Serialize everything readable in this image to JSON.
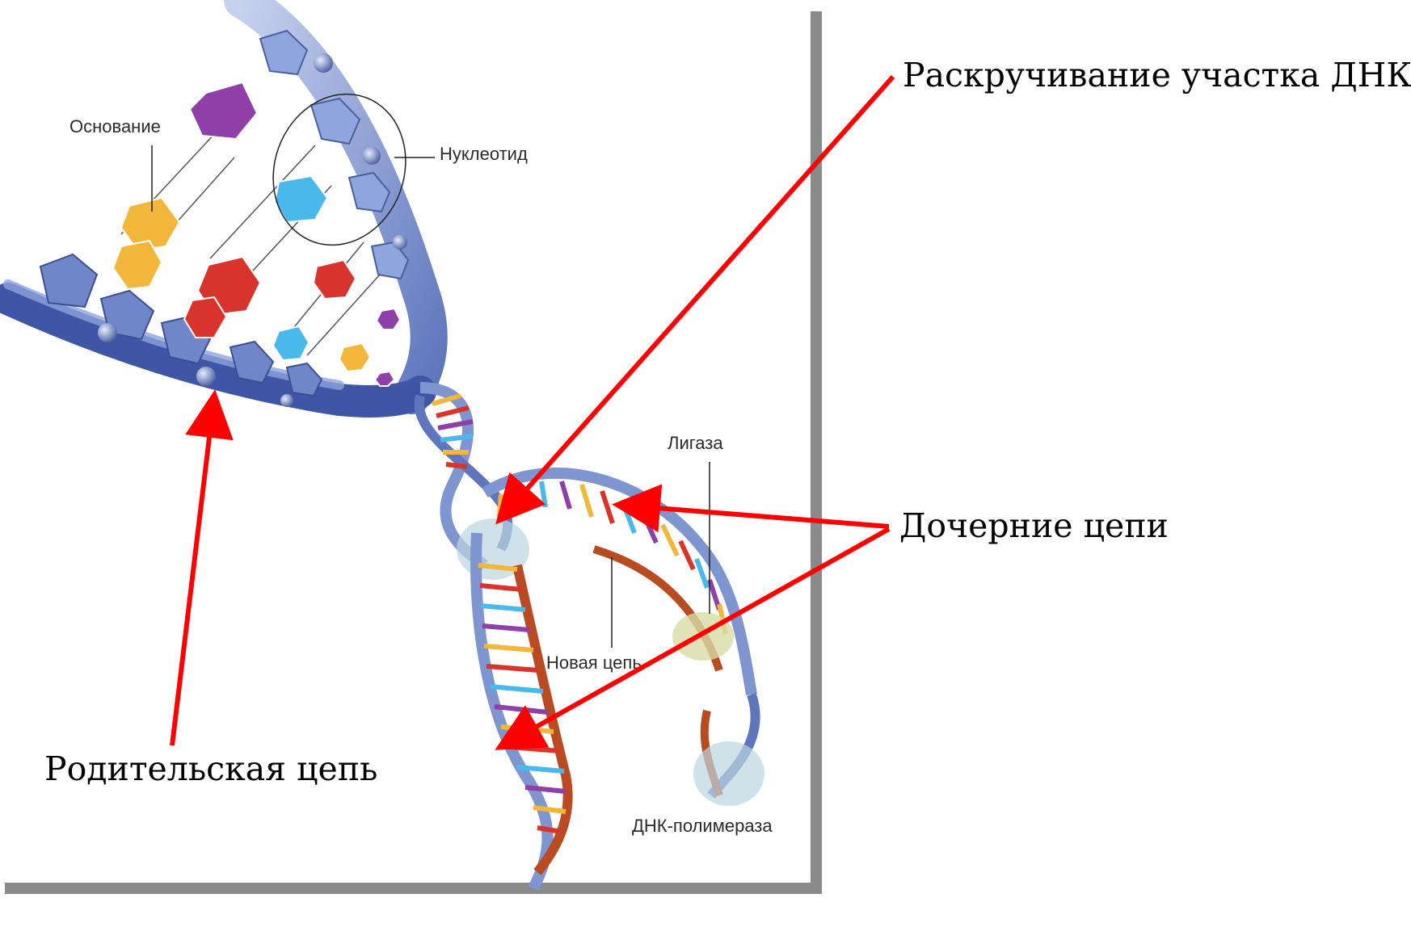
{
  "labels": {
    "base": "Основание",
    "nucleotide": "Нуклеотид",
    "ligase": "Лигаза",
    "new_strand": "Новая цепь",
    "polymerase": "ДНК-полимераза"
  },
  "callouts": {
    "unwinding": "Раскручивание участка ДНК",
    "daughter_strands": "Дочерние цепи",
    "parent_strand": "Родительская цепь"
  },
  "colors": {
    "arrow": "#ff0000",
    "backbone": "#7f95cf",
    "backbone_dark": "#3f55a6",
    "base_purple": "#8e3fa8",
    "base_yellow": "#f2b63a",
    "base_blue": "#49b8ea",
    "base_red": "#d9342b",
    "new_strand": "#b94b22"
  }
}
